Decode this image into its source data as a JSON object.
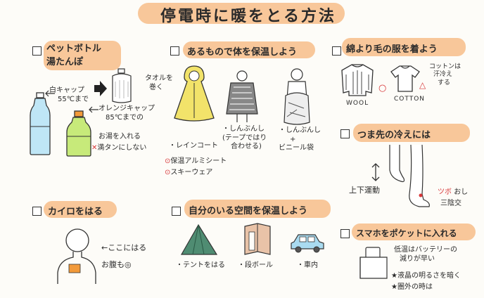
{
  "title": "停電時に暖をとる方法",
  "sections": {
    "pet_bottle": {
      "title_l1": "ペットボトル",
      "title_l2": "湯たんぽ",
      "white_cap": "白キャップ",
      "white_cap_temp": "55℃まで",
      "wrap_towel_l1": "タオルを",
      "wrap_towel_l2": "巻く",
      "orange_cap": "オレンジキャップ",
      "orange_cap_temp": "85℃までの",
      "pour_hot_water": "お湯を入れる",
      "cross_mark": "✕",
      "not_full": "満タンにしない"
    },
    "warm_body": {
      "title": "あるもので体を保温しよう",
      "raincoat": "・レインコート",
      "newspaper_l1": "・しんぶんし",
      "newspaper_l2": "(テープではり",
      "newspaper_l3": "合わせる)",
      "newspaper_bag_l1": "・しんぶんし",
      "newspaper_bag_l2": "+",
      "newspaper_bag_l3": "ビニール袋",
      "alu_sheet": "保温アルミシート",
      "ski_wear": "スキーウェア"
    },
    "wool": {
      "title": "綿より毛の服を着よう",
      "wool_label": "WOOL",
      "cotton_label": "COTTON",
      "circle_mark": "○",
      "triangle_mark": "△",
      "note_l1": "コットンは",
      "note_l2": "汗冷え",
      "note_l3": "する"
    },
    "toes": {
      "title": "つま先の冷えには",
      "updown_l1": "上下",
      "updown_l2": "運動",
      "pressure_point": "ツボ",
      "press_l1": "おし",
      "press_l2": "三陰交"
    },
    "kairo": {
      "title": "カイロをはる",
      "here": "←ここにはる",
      "belly": "お腹も◎"
    },
    "space": {
      "title": "自分のいる空間を保温しよう",
      "tent": "・テントをはる",
      "cardboard": "・段ボール",
      "car": "・車内"
    },
    "phone": {
      "title": "スマホをポケットに入れる",
      "note_l1": "低温はバッテリーの",
      "note_l2": "減りが早い",
      "tip1": "★液晶の明るさを暗く",
      "tip2": "★圏外の時は"
    }
  },
  "colors": {
    "highlight": "#f8c79a",
    "raincoat": "#f2e36a",
    "bottle_blue": "#bfe6f6",
    "bottle_green": "#c7ea7a",
    "red": "#d8373a",
    "tent_green": "#4f8c72",
    "car_blue": "#a9dbf0",
    "kairo_orange": "#f29a3a",
    "skin": "#f6d9c8",
    "cardboard": "#e9c3a8"
  },
  "icons": [
    "checkbox-icon",
    "pet-bottle-icon",
    "towel-bottle-icon",
    "raincoat-figure-icon",
    "newspaper-figure-icon",
    "bag-figure-icon",
    "sweater-icon",
    "tshirt-icon",
    "legs-icon",
    "updown-arrow-icon",
    "person-kairo-icon",
    "tent-icon",
    "cardboard-icon",
    "car-icon",
    "phone-pocket-icon"
  ]
}
